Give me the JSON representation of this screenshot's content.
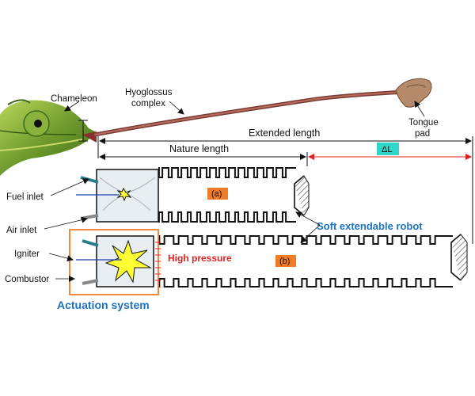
{
  "labels": {
    "chameleon": "Chameleon",
    "hyoglossus_line1": "Hyoglossus",
    "hyoglossus_line2": "complex",
    "tongue_pad_line1": "Tongue",
    "tongue_pad_line2": "pad",
    "extended_length": "Extended length",
    "nature_length": "Nature length",
    "delta_l": "ΔL",
    "fuel_inlet": "Fuel inlet",
    "air_inlet": "Air inlet",
    "igniter": "Igniter",
    "combustor": "Combustor",
    "actuation_system": "Actuation system",
    "soft_robot": "Soft extendable robot",
    "high_pressure": "High pressure",
    "badge_a": "(a)",
    "badge_b": "(b)"
  },
  "colors": {
    "accent_blue": "#1e73be",
    "accent_red": "#e02020",
    "badge_orange": "#f07c2a",
    "delta_teal": "#2ed7c8",
    "actuation_box": "#f07c2a",
    "flame_yellow": "#ffff33",
    "chamber_fill": "#e9eef3"
  }
}
